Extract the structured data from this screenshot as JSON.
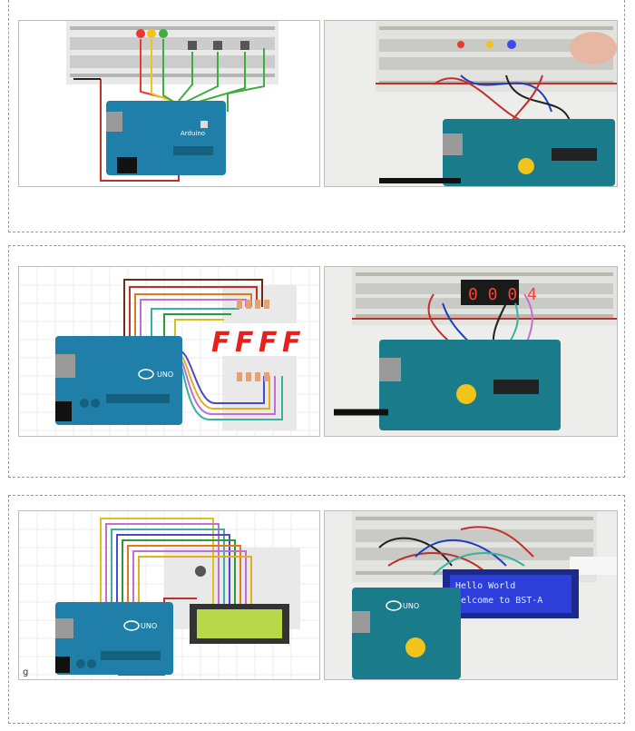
{
  "rows": [
    {
      "schematic_label": "Arduino",
      "seg_text": ""
    },
    {
      "seg_chars": [
        "F",
        "F",
        "F",
        "F"
      ],
      "photo_display": "0 0 0 4",
      "board_logo": "UNO"
    },
    {
      "lcd_line1": "Hello World",
      "lcd_line2": "Welcome to BST-A",
      "board_logo": "UNO",
      "corner_mark": "g"
    }
  ],
  "colors": {
    "board": "#1f7fa8",
    "board_dark": "#15607f",
    "breadboard": "#e9e9e9",
    "seg_red": "#e8201c",
    "lcd_bg": "#2d3fd8",
    "lcd_green": "#b8d84a"
  }
}
